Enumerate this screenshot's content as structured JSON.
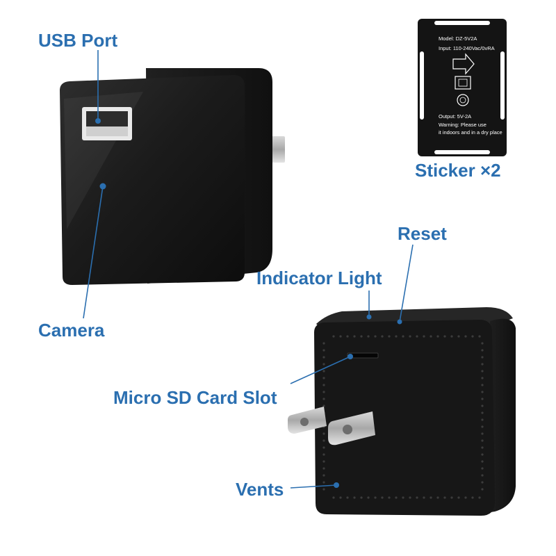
{
  "labels": {
    "usb_port": "USB Port",
    "camera": "Camera",
    "reset": "Reset",
    "indicator_light": "Indicator Light",
    "micro_sd": "Micro SD Card Slot",
    "vents": "Vents",
    "sticker": "Sticker ×2"
  },
  "sticker": {
    "model": "Model: DZ-5V2A",
    "input": "Input: 110-240Vac/0vRA",
    "output": "Output: 5V-2A",
    "warning_line1": "Warning: Please use",
    "warning_line2": "it indoors and in a dry place"
  },
  "colors": {
    "accent": "#2b6fb0",
    "device": "#161616",
    "device_highlight": "#3a3a3a",
    "prong": "#b8b8b8"
  }
}
